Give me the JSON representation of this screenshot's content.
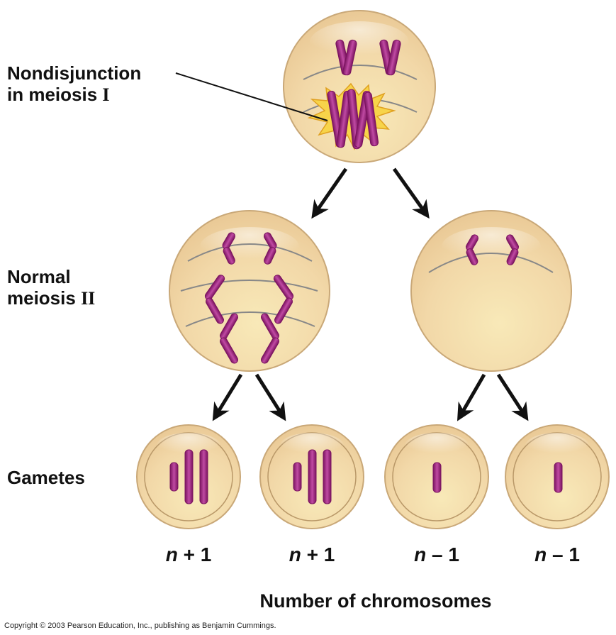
{
  "labels": {
    "nondisjunction_line1": "Nondisjunction",
    "nondisjunction_line2_prefix": "in meiosis ",
    "nondisjunction_line2_roman": "I",
    "normal_line1": "Normal",
    "normal_line2_prefix": "meiosis ",
    "normal_line2_roman": "II",
    "gametes": "Gametes"
  },
  "gamete_counts": [
    {
      "var": "n",
      "op": "+",
      "num": "1"
    },
    {
      "var": "n",
      "op": "+",
      "num": "1"
    },
    {
      "var": "n",
      "op": "–",
      "num": "1"
    },
    {
      "var": "n",
      "op": "–",
      "num": "1"
    }
  ],
  "axis_title": "Number of chromosomes",
  "copyright": "Copyright © 2003 Pearson Education, Inc., publishing as Benjamin Cummings.",
  "colors": {
    "cell_fill": "#f3d9a6",
    "cell_edge": "#c9a878",
    "chromosome": "#9c1f7e",
    "chromosome_highlight": "#d766b9",
    "burst": "#f7d44a",
    "arrow": "#111111"
  }
}
